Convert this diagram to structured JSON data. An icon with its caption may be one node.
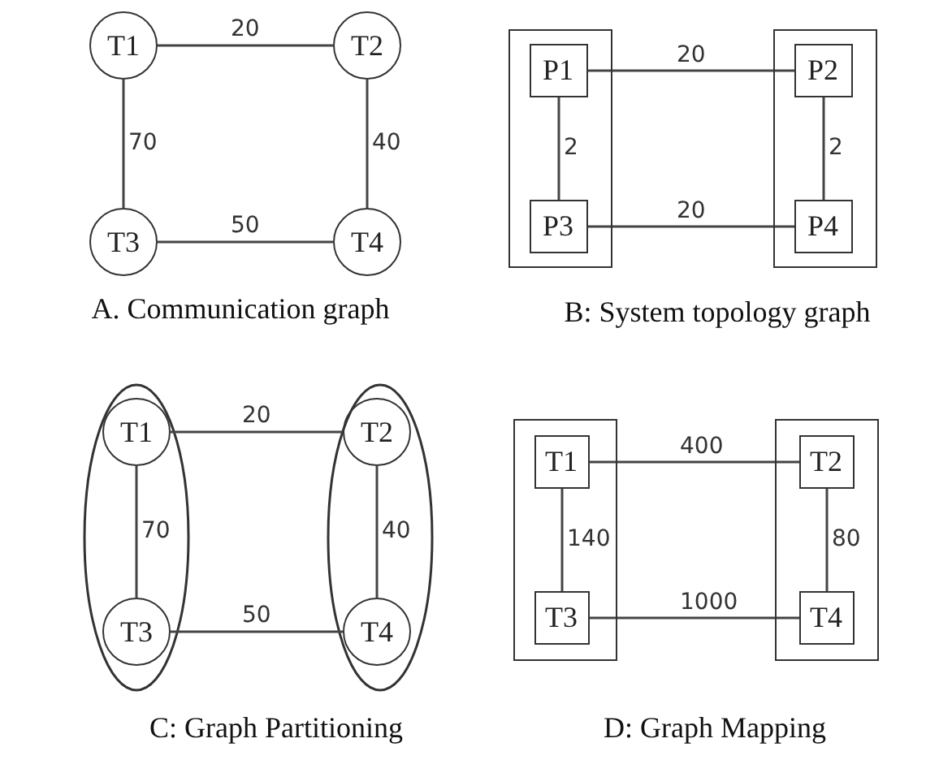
{
  "diagram": {
    "nodes": [
      {
        "text": [
          "T1"
        ]
      },
      {
        "text": [
          "T2"
        ]
      },
      {
        "text": [
          "T3"
        ]
      },
      {
        "text": [
          "T4"
        ]
      },
      {
        "text": [],
        "shape": "box"
      },
      {
        "text": [
          "P1"
        ],
        "in": 4
      },
      {
        "text": [
          "P3"
        ],
        "in": 4
      },
      {
        "text": [],
        "shape": "box"
      },
      {
        "text": [
          "P2"
        ],
        "in": 7
      },
      {
        "text": [
          "P4"
        ],
        "in": 7
      },
      {
        "text": [],
        "shape": "ellipse"
      },
      {
        "text": [
          "T1"
        ],
        "in": 10
      },
      {
        "text": [
          "T3"
        ],
        "in": 10
      },
      {
        "text": [],
        "shape": "ellipse"
      },
      {
        "text": [
          "T2"
        ],
        "in": 13
      },
      {
        "text": [
          "T4"
        ],
        "in": 13
      },
      {
        "text": [],
        "shape": "box"
      },
      {
        "text": [
          "T1"
        ],
        "in": 16
      },
      {
        "text": [
          "T3"
        ],
        "in": 16
      },
      {
        "text": [],
        "shape": "box"
      },
      {
        "text": [
          "T2"
        ],
        "in": 19
      },
      {
        "text": [
          "T4"
        ],
        "in": 19
      }
    ],
    "edges": [
      {
        "from": 0,
        "to": 1,
        "arrow": "none",
        "label": "20"
      },
      {
        "from": 0,
        "to": 2,
        "arrow": "none",
        "label": "70"
      },
      {
        "from": 1,
        "to": 3,
        "arrow": "none",
        "label": "40"
      },
      {
        "from": 2,
        "to": 3,
        "arrow": "none",
        "label": "50"
      },
      {
        "from": 5,
        "to": 8,
        "arrow": "none",
        "label": "20"
      },
      {
        "from": 5,
        "to": 6,
        "arrow": "none",
        "label": "2"
      },
      {
        "from": 8,
        "to": 9,
        "arrow": "none",
        "label": "2"
      },
      {
        "from": 6,
        "to": 9,
        "arrow": "none",
        "label": "20"
      },
      {
        "from": 11,
        "to": 14,
        "arrow": "none",
        "label": "20"
      },
      {
        "from": 11,
        "to": 12,
        "arrow": "none",
        "label": "70"
      },
      {
        "from": 14,
        "to": 15,
        "arrow": "none",
        "label": "40"
      },
      {
        "from": 12,
        "to": 15,
        "arrow": "none",
        "label": "50"
      },
      {
        "from": 17,
        "to": 20,
        "arrow": "none",
        "label": "400"
      },
      {
        "from": 17,
        "to": 18,
        "arrow": "none",
        "label": "140"
      },
      {
        "from": 20,
        "to": 21,
        "arrow": "none",
        "label": "80"
      },
      {
        "from": 18,
        "to": 21,
        "arrow": "none",
        "label": "1000"
      }
    ],
    "labels": [
      "A. Communication graph",
      "B: System topology graph",
      "C: Graph Partitioning",
      "D: Graph Mapping"
    ]
  }
}
